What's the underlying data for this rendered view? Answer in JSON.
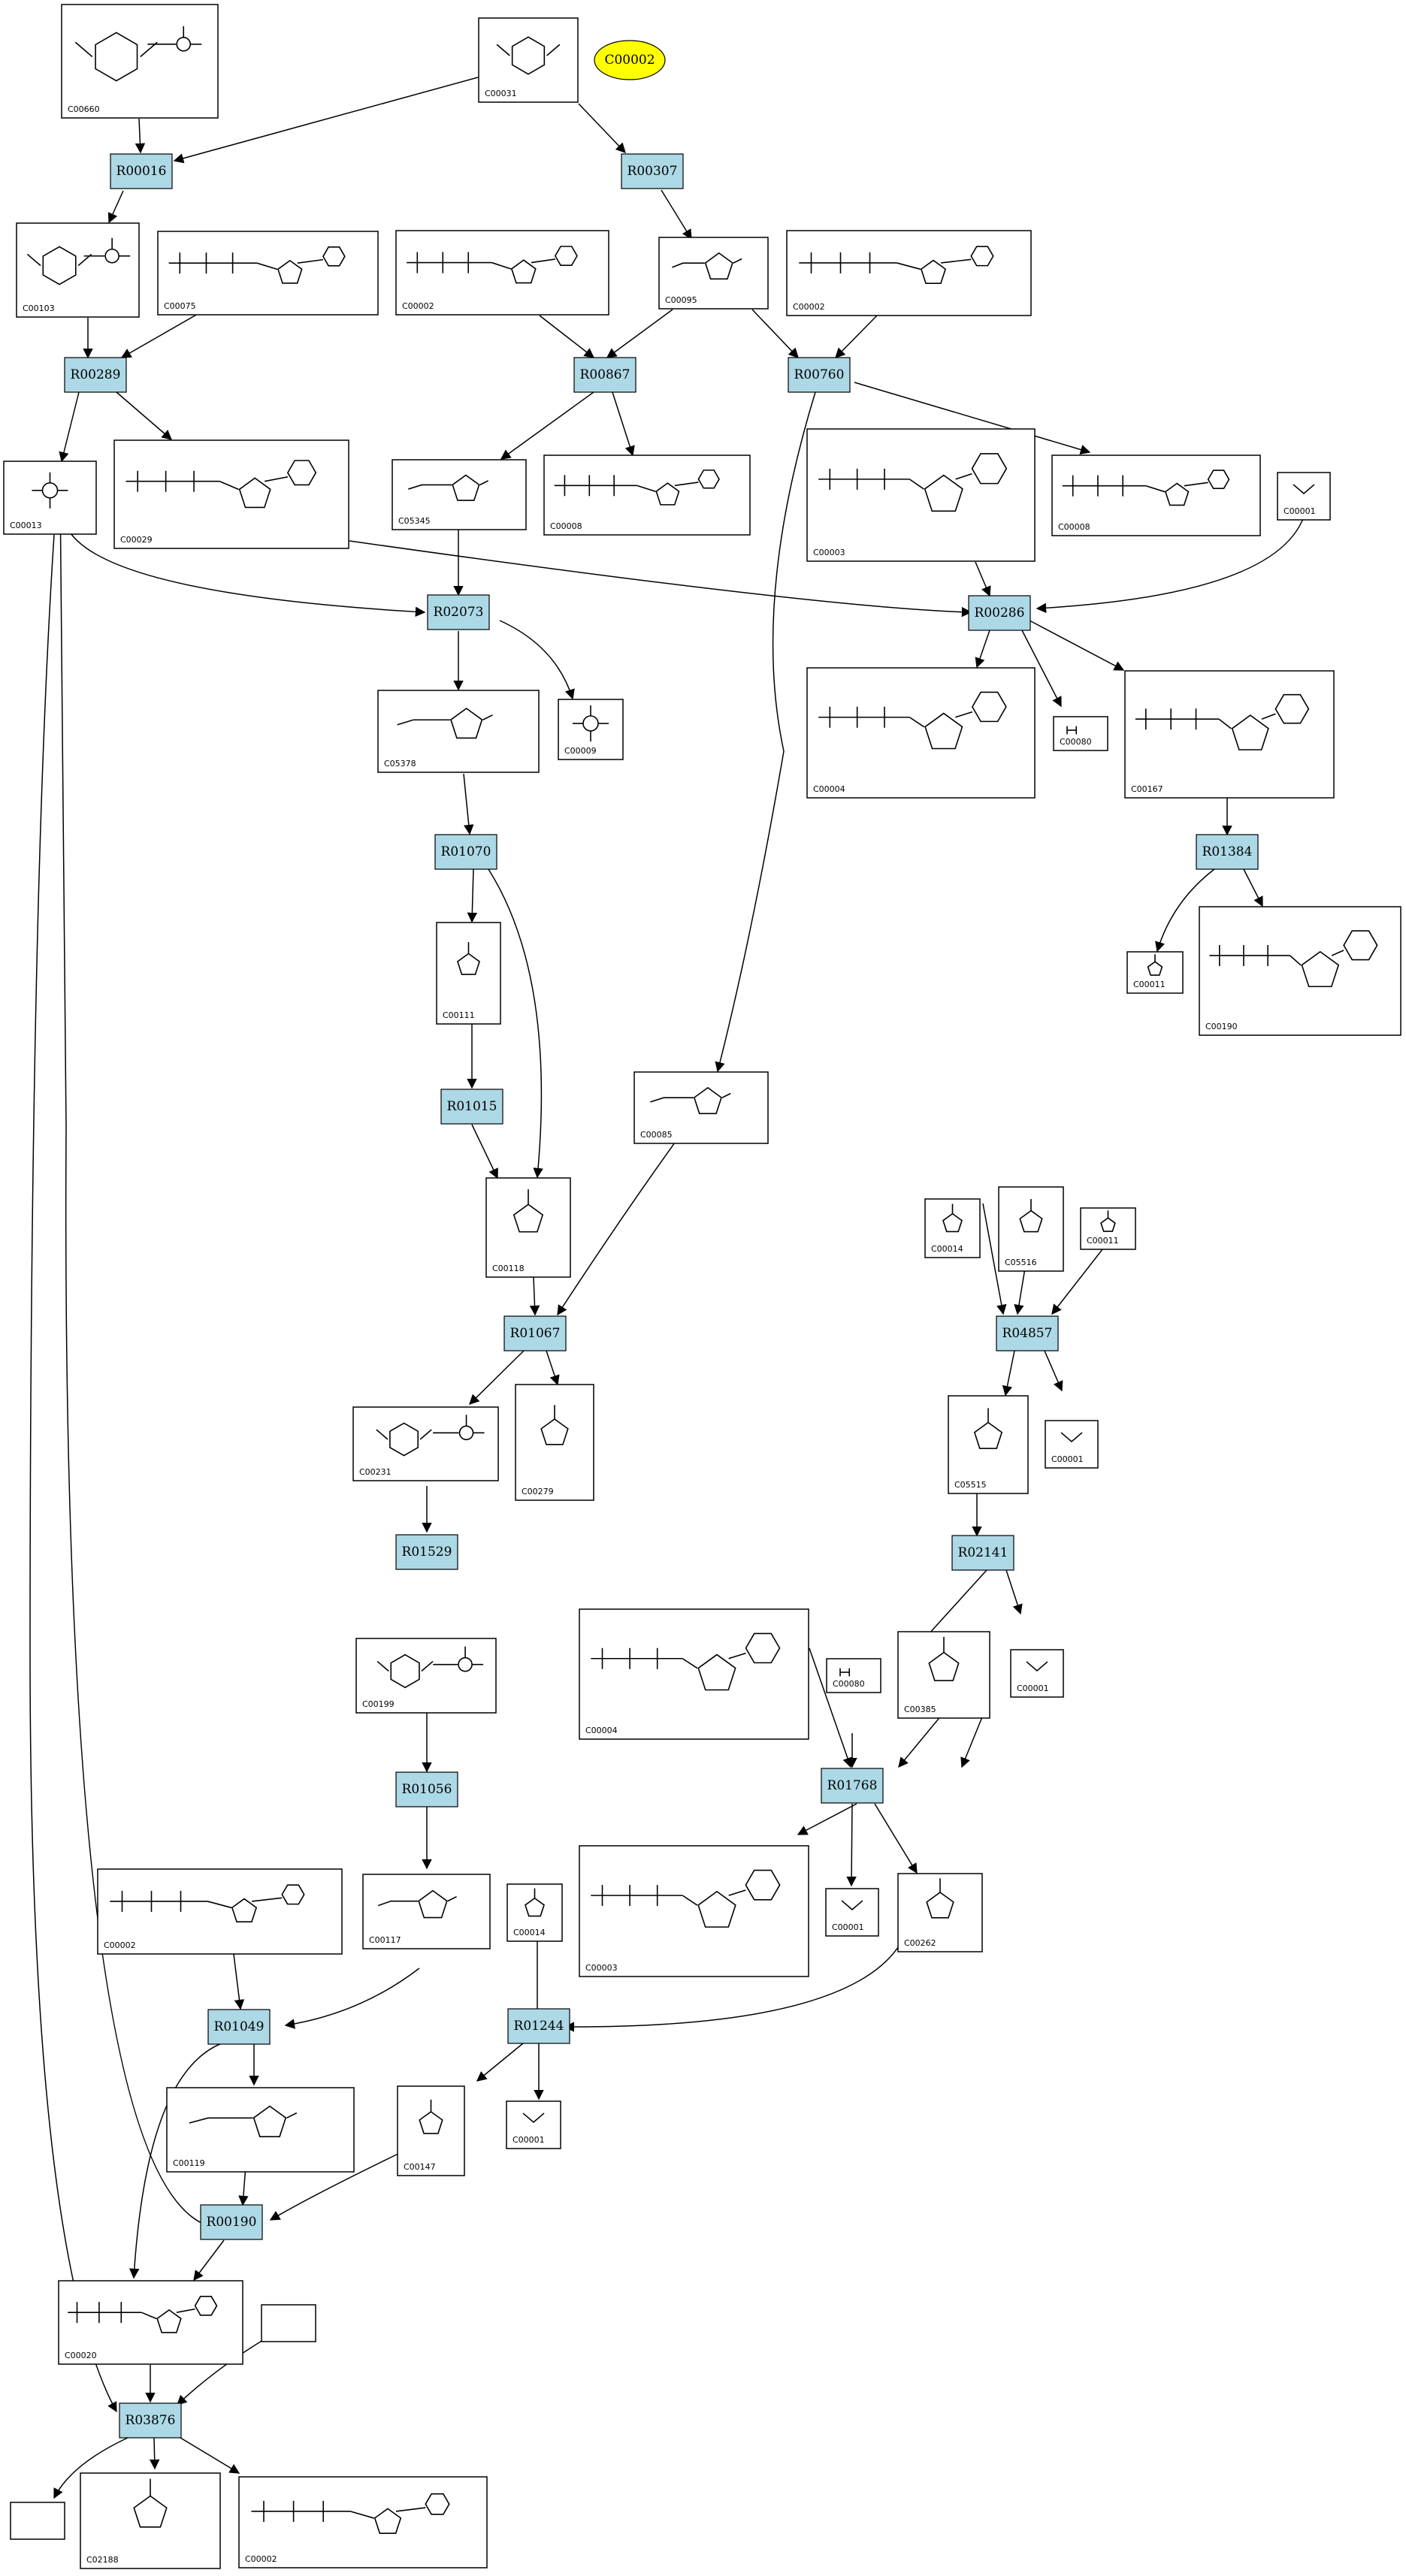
{
  "reactions": [
    {
      "id": "R00016"
    },
    {
      "id": "R00307"
    },
    {
      "id": "R00289"
    },
    {
      "id": "R00867"
    },
    {
      "id": "R00760"
    },
    {
      "id": "R02073"
    },
    {
      "id": "R00286"
    },
    {
      "id": "R01070"
    },
    {
      "id": "R01384"
    },
    {
      "id": "R01015"
    },
    {
      "id": "R01067"
    },
    {
      "id": "R04857"
    },
    {
      "id": "R01529"
    },
    {
      "id": "R02141"
    },
    {
      "id": "R01768"
    },
    {
      "id": "R01056"
    },
    {
      "id": "R01049"
    },
    {
      "id": "R01244"
    },
    {
      "id": "R00190"
    },
    {
      "id": "R03876"
    }
  ],
  "compounds": [
    {
      "key": "C00660",
      "label": "C00660",
      "glyph": "sugar-phosphate"
    },
    {
      "key": "C00031",
      "label": "C00031",
      "glyph": "sugar"
    },
    {
      "key": "C00103",
      "label": "C00103",
      "glyph": "sugar-phosphate"
    },
    {
      "key": "C00075",
      "label": "C00075",
      "glyph": "nucleotide"
    },
    {
      "key": "C00002a",
      "label": "C00002",
      "glyph": "nucleotide"
    },
    {
      "key": "C00095",
      "label": "C00095",
      "glyph": "furanose"
    },
    {
      "key": "C00002b",
      "label": "C00002",
      "glyph": "nucleotide"
    },
    {
      "key": "C00013",
      "label": "C00013",
      "glyph": "phosphate"
    },
    {
      "key": "C00029",
      "label": "C00029",
      "glyph": "nucleotide"
    },
    {
      "key": "C05345",
      "label": "C05345",
      "glyph": "furanose"
    },
    {
      "key": "C00008a",
      "label": "C00008",
      "glyph": "nucleotide"
    },
    {
      "key": "C00003a",
      "label": "C00003",
      "glyph": "nucleotide"
    },
    {
      "key": "C00008b",
      "label": "C00008",
      "glyph": "nucleotide"
    },
    {
      "key": "C00001a",
      "label": "C00001",
      "glyph": "water"
    },
    {
      "key": "C05378",
      "label": "C05378",
      "glyph": "furanose"
    },
    {
      "key": "C00009",
      "label": "C00009",
      "glyph": "phosphate"
    },
    {
      "key": "C00004a",
      "label": "C00004",
      "glyph": "nucleotide"
    },
    {
      "key": "C00080a",
      "label": "C00080",
      "glyph": "proton"
    },
    {
      "key": "C00167",
      "label": "C00167",
      "glyph": "nucleotide"
    },
    {
      "key": "C00111",
      "label": "C00111",
      "glyph": "small"
    },
    {
      "key": "C00011a",
      "label": "C00011",
      "glyph": "small"
    },
    {
      "key": "C00190",
      "label": "C00190",
      "glyph": "nucleotide"
    },
    {
      "key": "C00085",
      "label": "C00085",
      "glyph": "furanose"
    },
    {
      "key": "C00118",
      "label": "C00118",
      "glyph": "small"
    },
    {
      "key": "C00014a",
      "label": "C00014",
      "glyph": "small"
    },
    {
      "key": "C05516",
      "label": "C05516",
      "glyph": "small"
    },
    {
      "key": "C00011b",
      "label": "C00011",
      "glyph": "small"
    },
    {
      "key": "C00231",
      "label": "C00231",
      "glyph": "sugar-phosphate"
    },
    {
      "key": "C00279",
      "label": "C00279",
      "glyph": "small"
    },
    {
      "key": "C05515",
      "label": "C05515",
      "glyph": "small"
    },
    {
      "key": "C00001b",
      "label": "C00001",
      "glyph": "water"
    },
    {
      "key": "C00199",
      "label": "C00199",
      "glyph": "sugar-phosphate"
    },
    {
      "key": "C00004b",
      "label": "C00004",
      "glyph": "nucleotide"
    },
    {
      "key": "C00080b",
      "label": "C00080",
      "glyph": "proton"
    },
    {
      "key": "C00385",
      "label": "C00385",
      "glyph": "small"
    },
    {
      "key": "C00001c",
      "label": "C00001",
      "glyph": "water"
    },
    {
      "key": "C00002c",
      "label": "C00002",
      "glyph": "nucleotide"
    },
    {
      "key": "C00117",
      "label": "C00117",
      "glyph": "furanose"
    },
    {
      "key": "C00014b",
      "label": "C00014",
      "glyph": "small"
    },
    {
      "key": "C00003b",
      "label": "C00003",
      "glyph": "nucleotide"
    },
    {
      "key": "C00001d",
      "label": "C00001",
      "glyph": "water"
    },
    {
      "key": "C00262",
      "label": "C00262",
      "glyph": "small"
    },
    {
      "key": "C00119",
      "label": "C00119",
      "glyph": "furanose"
    },
    {
      "key": "C00147",
      "label": "C00147",
      "glyph": "small"
    },
    {
      "key": "C00001e",
      "label": "C00001",
      "glyph": "water"
    },
    {
      "key": "C00020",
      "label": "C00020",
      "glyph": "nucleotide"
    },
    {
      "key": "blank1",
      "label": "",
      "glyph": "none"
    },
    {
      "key": "blank2",
      "label": "",
      "glyph": "none"
    },
    {
      "key": "C02188",
      "label": "C02188",
      "glyph": "small"
    },
    {
      "key": "C00002d",
      "label": "C00002",
      "glyph": "nucleotide"
    }
  ],
  "highlight": {
    "label": "C00002",
    "fill": "#ffff00"
  },
  "colors": {
    "reaction_fill": "#add8e6",
    "stroke": "#000000",
    "highlight": "#ffff00",
    "oxygen": "#cc0000"
  }
}
